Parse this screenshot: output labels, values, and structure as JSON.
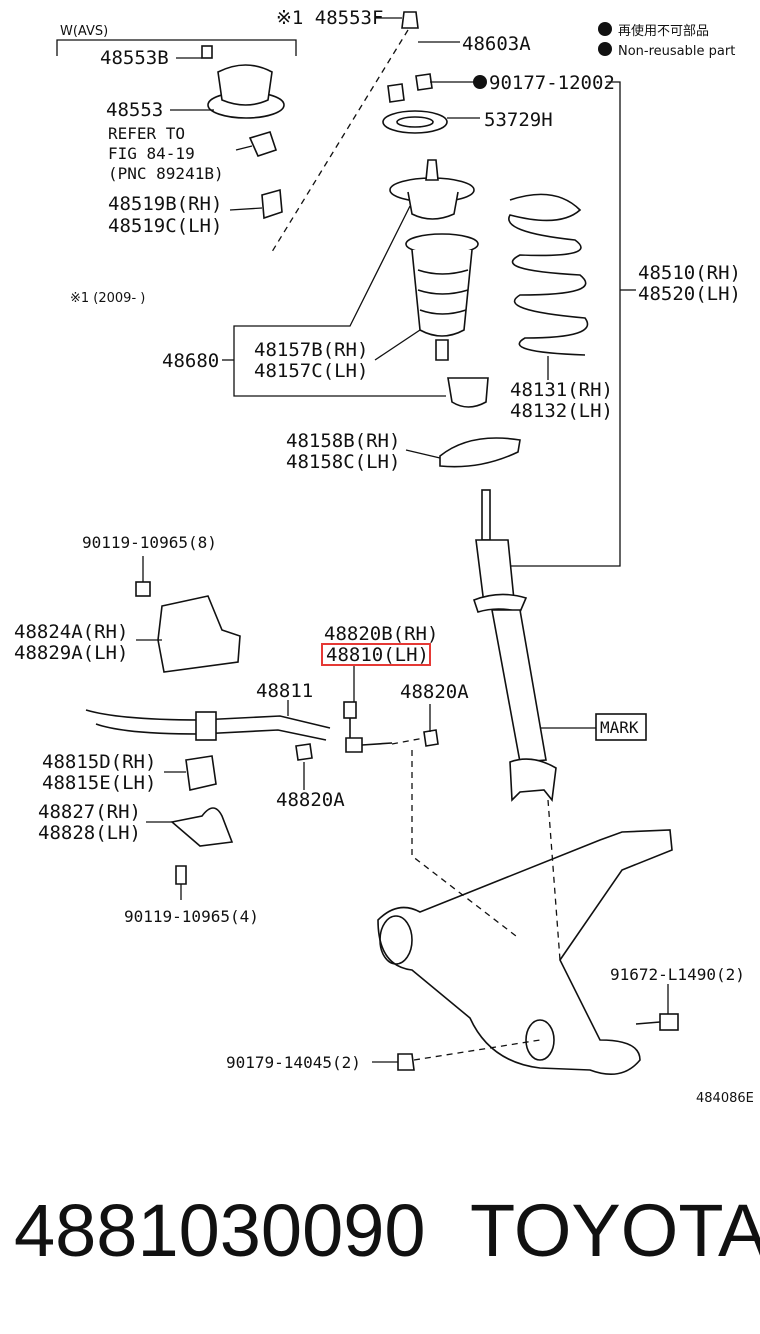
{
  "legend": {
    "line1": "再使用不可部品",
    "line2": "Non-reusable part"
  },
  "group_label": "W(AVS)",
  "note": "※1 (2009-    )",
  "parts": {
    "p48553F": "※1 48553F",
    "p48603A": "48603A",
    "p90177": "90177-12002",
    "p48553B": "48553B",
    "p48553": "48553",
    "refer1": "REFER TO",
    "refer2": "FIG 84-19",
    "refer3": "(PNC 89241B)",
    "p48519B": "48519B(RH)",
    "p48519C": "48519C(LH)",
    "p53729H": "53729H",
    "p48510": "48510(RH)",
    "p48520": "48520(LH)",
    "p48680": "48680",
    "p48157B": "48157B(RH)",
    "p48157C": "48157C(LH)",
    "p48131": "48131(RH)",
    "p48132": "48132(LH)",
    "p48158B": "48158B(RH)",
    "p48158C": "48158C(LH)",
    "p90119a": "90119-10965(8)",
    "p48824A": "48824A(RH)",
    "p48829A": "48829A(LH)",
    "p48820B": "48820B(RH)",
    "p48810": "48810(LH)",
    "p48811": "48811",
    "p48820A1": "48820A",
    "p48820A2": "48820A",
    "p48815D": "48815D(RH)",
    "p48815E": "48815E(LH)",
    "p48827": "48827(RH)",
    "p48828": "48828(LH)",
    "p90119b": "90119-10965(4)",
    "mark": "MARK",
    "p91672": "91672-L1490(2)",
    "p90179": "90179-14045(2)"
  },
  "illustration_code": "484086E",
  "footer": {
    "part_number": "4881030090",
    "brand": "TOYOTA"
  },
  "colors": {
    "highlight": "#e53935",
    "ink": "#111111"
  }
}
